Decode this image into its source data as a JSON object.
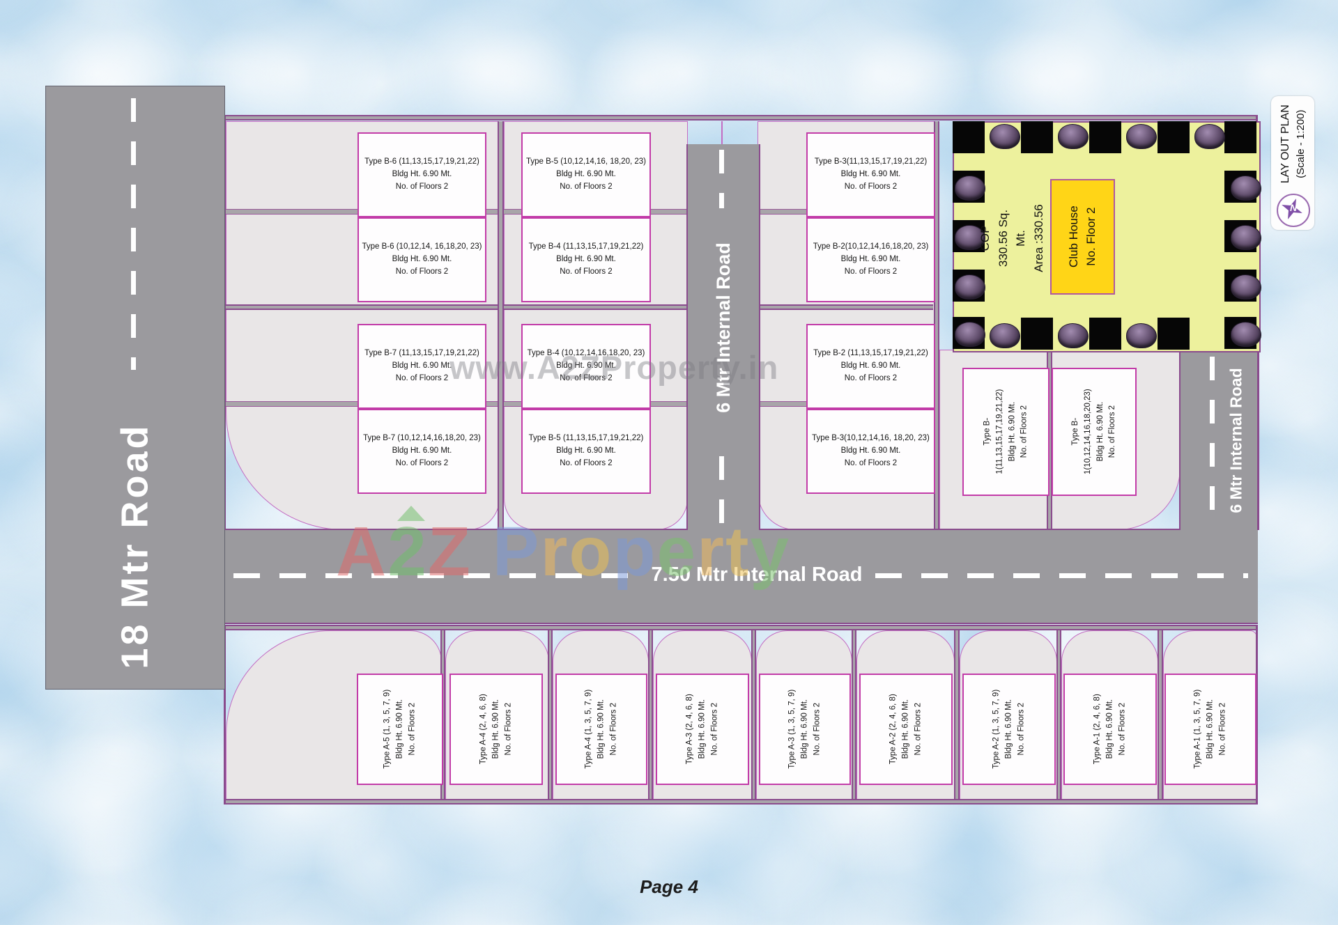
{
  "page_label": "Page 4",
  "legend": {
    "title": "LAY OUT PLAN",
    "scale": "(Scale - 1:200)",
    "compass_letter": "N"
  },
  "roads": {
    "left": "18 Mtr Road",
    "middle": "6 Mtr Internal Road",
    "right": "6 Mtr Internal Road",
    "horizontal": "7.50 Mtr Internal Road"
  },
  "common": {
    "bldg_ht": "Bldg Ht.  6.90 Mt.",
    "floors": "No. of Floors 2"
  },
  "club": {
    "cop_lines": [
      "COP",
      "330.56 Sq. Mt.",
      "Area :330.56"
    ],
    "house_lines": [
      "Club House",
      "No. Floor 2"
    ]
  },
  "b_blocks": [
    {
      "title": "Type B-6 (11,13,15,17,19,21,22)"
    },
    {
      "title": "Type B-6 (10,12,14, 16,18,20, 23)"
    },
    {
      "title": "Type B-5 (10,12,14,16, 18,20, 23)"
    },
    {
      "title": "Type B-4 (11,13,15,17,19,21,22)"
    },
    {
      "title": "Type B-3(11,13,15,17,19,21,22)"
    },
    {
      "title": "Type B-2(10,12,14,16,18,20, 23)"
    },
    {
      "title": "Type B-7 (11,13,15,17,19,21,22)"
    },
    {
      "title": "Type B-7 (10,12,14,16,18,20, 23)"
    },
    {
      "title": "Type B-4 (10,12,14,16,18,20, 23)"
    },
    {
      "title": "Type B-5 (11,13,15,17,19,21,22)"
    },
    {
      "title": "Type B-2 (11,13,15,17,19,21,22)"
    },
    {
      "title": "Type B-3(10,12,14,16, 18,20, 23)"
    },
    {
      "title": "Type B-1(11,13,15,17,19,21,22)"
    },
    {
      "title": "Type B-1(10,12,14,16,18,20,23)"
    }
  ],
  "a_blocks": [
    {
      "title": "Type A-5 (1, 3, 5, 7, 9)"
    },
    {
      "title": "Type A-4 (2, 4, 6, 8)"
    },
    {
      "title": "Type A-4 (1, 3, 5, 7, 9)"
    },
    {
      "title": "Type A-3 (2, 4, 6, 8)"
    },
    {
      "title": "Type A-3 (1, 3, 5, 7, 9)"
    },
    {
      "title": "Type A-2 (2, 4, 6, 8)"
    },
    {
      "title": "Type A-2 (1, 3, 5, 7, 9)"
    },
    {
      "title": "Type A-1 (2, 4, 6, 8)"
    },
    {
      "title": "Type A-1 (1, 3, 5, 7, 9)"
    }
  ],
  "watermarks": {
    "site": "www.A2ZProperty.in",
    "brand_letters": [
      {
        "ch": "A",
        "color": "#e06868"
      },
      {
        "ch": "2",
        "color": "#6fbf69"
      },
      {
        "ch": "Z",
        "color": "#e06868"
      },
      {
        "ch": " ",
        "color": "#000000"
      },
      {
        "ch": "P",
        "color": "#7b99d9"
      },
      {
        "ch": "r",
        "color": "#f0b95c"
      },
      {
        "ch": "o",
        "color": "#eec153"
      },
      {
        "ch": "p",
        "color": "#7b99d9"
      },
      {
        "ch": "e",
        "color": "#79c16b"
      },
      {
        "ch": "r",
        "color": "#f0b95c"
      },
      {
        "ch": "t",
        "color": "#eec153"
      },
      {
        "ch": "y",
        "color": "#79c16b"
      }
    ]
  },
  "colors": {
    "background": "#d7e9f5",
    "road": "#9b9a9e",
    "lot": "#e9e6e7",
    "boundary": "#8a4b8d",
    "footprint_border": "#c23ba8",
    "club_bg": "#edf19d",
    "club_house_bg": "#ffd517"
  }
}
